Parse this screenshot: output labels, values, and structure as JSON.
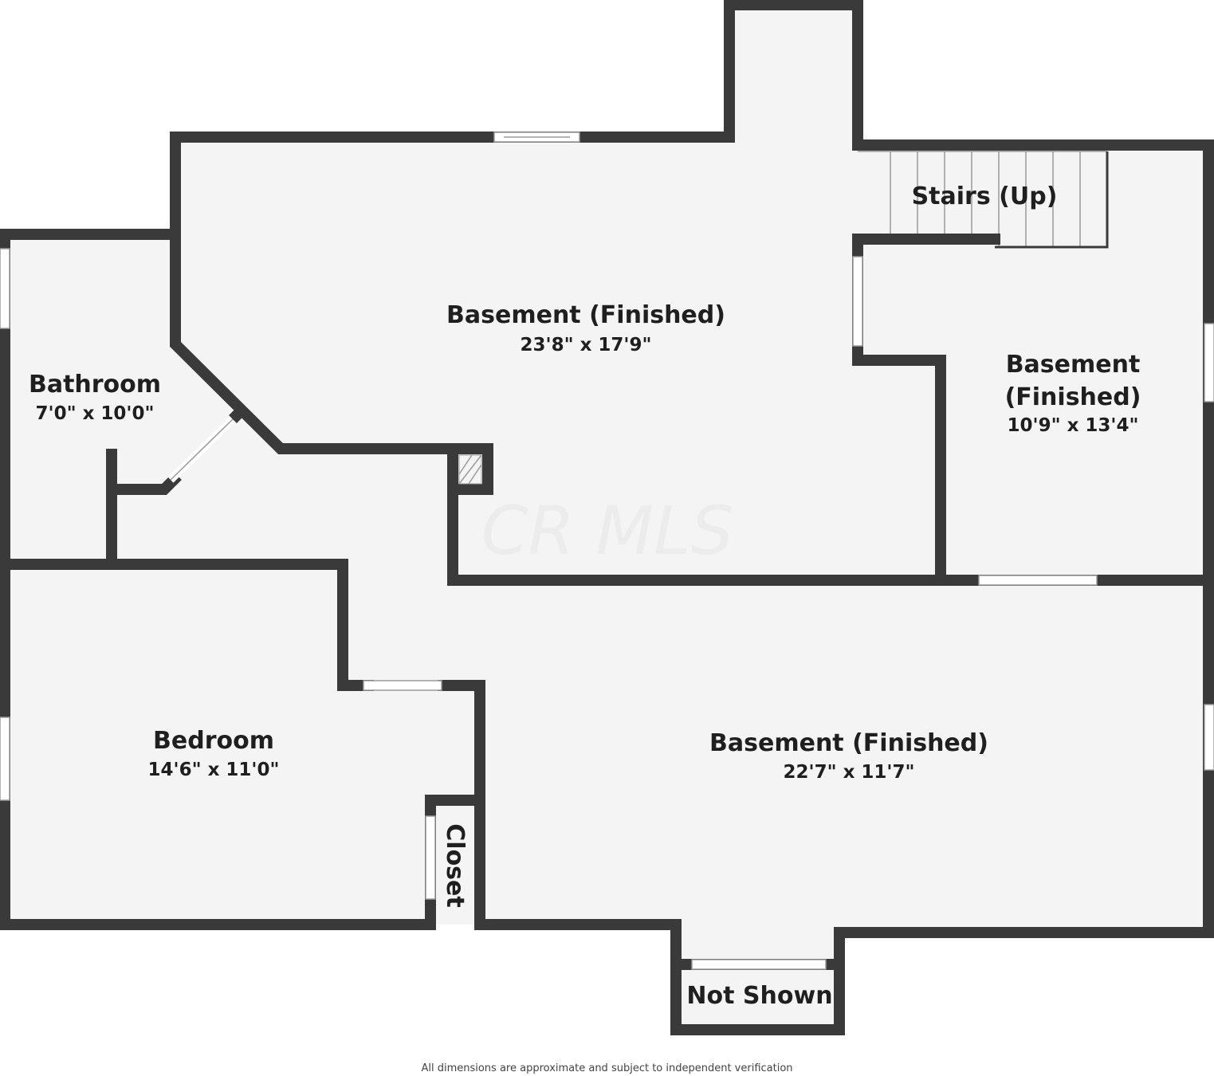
{
  "rooms": {
    "basement_main": {
      "name": "Basement (Finished)",
      "dimensions": "23'8\" x 17'9\""
    },
    "basement_right": {
      "name_line1": "Basement",
      "name_line2": "(Finished)",
      "dimensions": "10'9\" x 13'4\""
    },
    "basement_lower": {
      "name": "Basement (Finished)",
      "dimensions": "22'7\" x 11'7\""
    },
    "bathroom": {
      "name": "Bathroom",
      "dimensions": "7'0\" x 10'0\""
    },
    "bedroom": {
      "name": "Bedroom",
      "dimensions": "14'6\" x 11'0\""
    },
    "closet": {
      "name": "Closet"
    },
    "stairs": {
      "name": "Stairs (Up)"
    },
    "not_shown": {
      "name": "Not Shown"
    }
  },
  "watermark": "CR MLS",
  "footer": "All dimensions are approximate and subject to independent verification",
  "colors": {
    "wall": "#3a3a3a",
    "floor": "#f4f4f4",
    "background": "#ffffff",
    "text": "#1f1f1f"
  }
}
